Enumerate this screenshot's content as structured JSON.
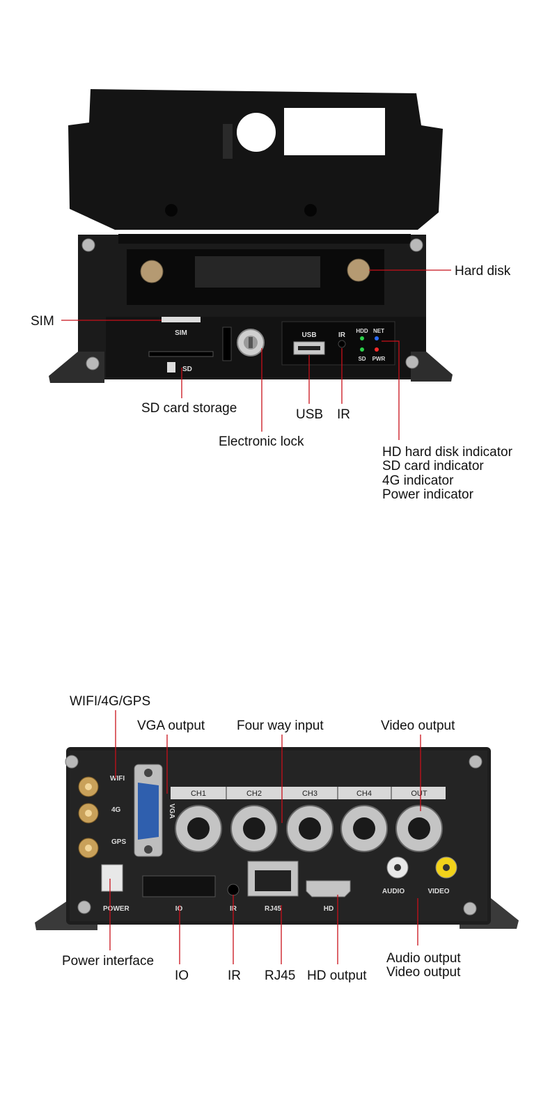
{
  "front_view": {
    "callouts": {
      "hard_disk": "Hard disk",
      "sim": "SIM",
      "sd_storage": "SD card storage",
      "electronic_lock": "Electronic lock",
      "usb": "USB",
      "ir": "IR",
      "indicators": [
        "HD hard disk indicator",
        "SD card indicator",
        "4G indicator",
        "Power indicator"
      ]
    },
    "panel_print": {
      "sim": "SIM",
      "sd": "SD",
      "usb": "USB",
      "ir": "IR",
      "hdd": "HDD",
      "net": "NET",
      "sd_led": "SD",
      "pwr": "PWR"
    },
    "led_colors": {
      "hdd": "#2bd14a",
      "net": "#2a6cff",
      "sd": "#2bd14a",
      "pwr": "#ff2a2a"
    }
  },
  "rear_view": {
    "callouts": {
      "antennas": "WIFI/4G/GPS",
      "vga": "VGA output",
      "four_way": "Four way input",
      "video_out": "Video output",
      "power": "Power interface",
      "io": "IO",
      "ir": "IR",
      "rj45": "RJ45",
      "hd": "HD output",
      "av": [
        "Audio output",
        "Video output"
      ]
    },
    "panel_print": {
      "wifi": "WIFI",
      "g4": "4G",
      "gps": "GPS",
      "vga": "VGA",
      "channels": [
        "CH1",
        "CH2",
        "CH3",
        "CH4",
        "OUT"
      ],
      "power": "POWER",
      "io": "IO",
      "ir": "IR",
      "rj45": "RJ45",
      "hd": "HD",
      "audio": "AUDIO",
      "video": "VIDEO"
    }
  },
  "leader_color": "#c8101a"
}
